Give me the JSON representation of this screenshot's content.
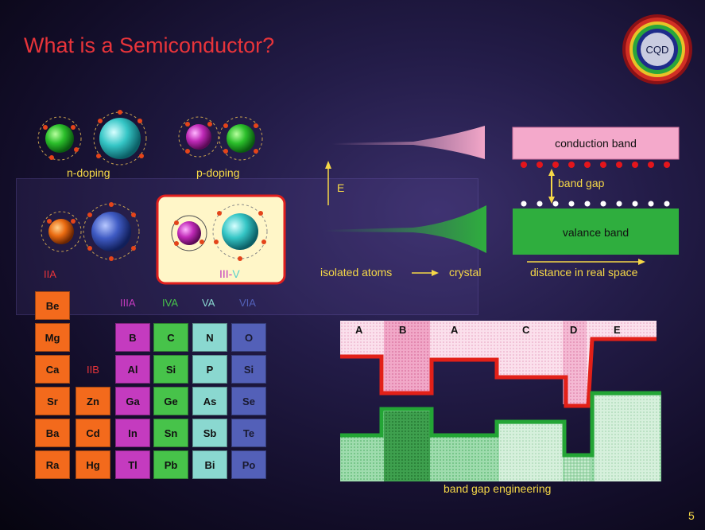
{
  "slide": {
    "title": "What is a Semiconductor?",
    "page_number": "5",
    "logo_text": "CQD"
  },
  "doping": {
    "n_label": "n-doping",
    "p_label": "p-doping",
    "box_label_a": "III",
    "box_label_sep": "-",
    "box_label_b": "V"
  },
  "band_diagram": {
    "energy_label": "E",
    "conduction_label": "conduction band",
    "gap_label": "band gap",
    "valence_label": "valance band",
    "isolated_label": "isolated atoms",
    "crystal_label": "crystal",
    "distance_label": "distance in real space"
  },
  "periodic_table": {
    "groups": {
      "iia": "IIA",
      "iib": "IIB",
      "iiia": "IIIA",
      "iva": "IVA",
      "va": "VA",
      "via": "VIA"
    },
    "iia_elements": [
      "Be",
      "Mg",
      "Ca",
      "Sr",
      "Ba",
      "Ra"
    ],
    "iib_elements": [
      "Zn",
      "Cd",
      "Hg"
    ],
    "iiia_elements": [
      "B",
      "Al",
      "Ga",
      "In",
      "Tl"
    ],
    "iva_elements": [
      "C",
      "Si",
      "Ge",
      "Sn",
      "Pb"
    ],
    "va_elements": [
      "N",
      "P",
      "As",
      "Sb",
      "Bi"
    ],
    "via_elements": [
      "O",
      "Si",
      "Se",
      "Te",
      "Po"
    ]
  },
  "engineering": {
    "caption": "band gap engineering",
    "regions": [
      "A",
      "B",
      "A",
      "C",
      "D",
      "E"
    ]
  },
  "colors": {
    "title": "#e8343a",
    "label": "#f6d847",
    "iia": "#f36a1c",
    "iiia": "#c43bbf",
    "iva": "#47c34a",
    "va": "#8ad8d0",
    "via": "#5360b8",
    "conduction": "#f2a6c8",
    "valence": "#2fae3e"
  }
}
